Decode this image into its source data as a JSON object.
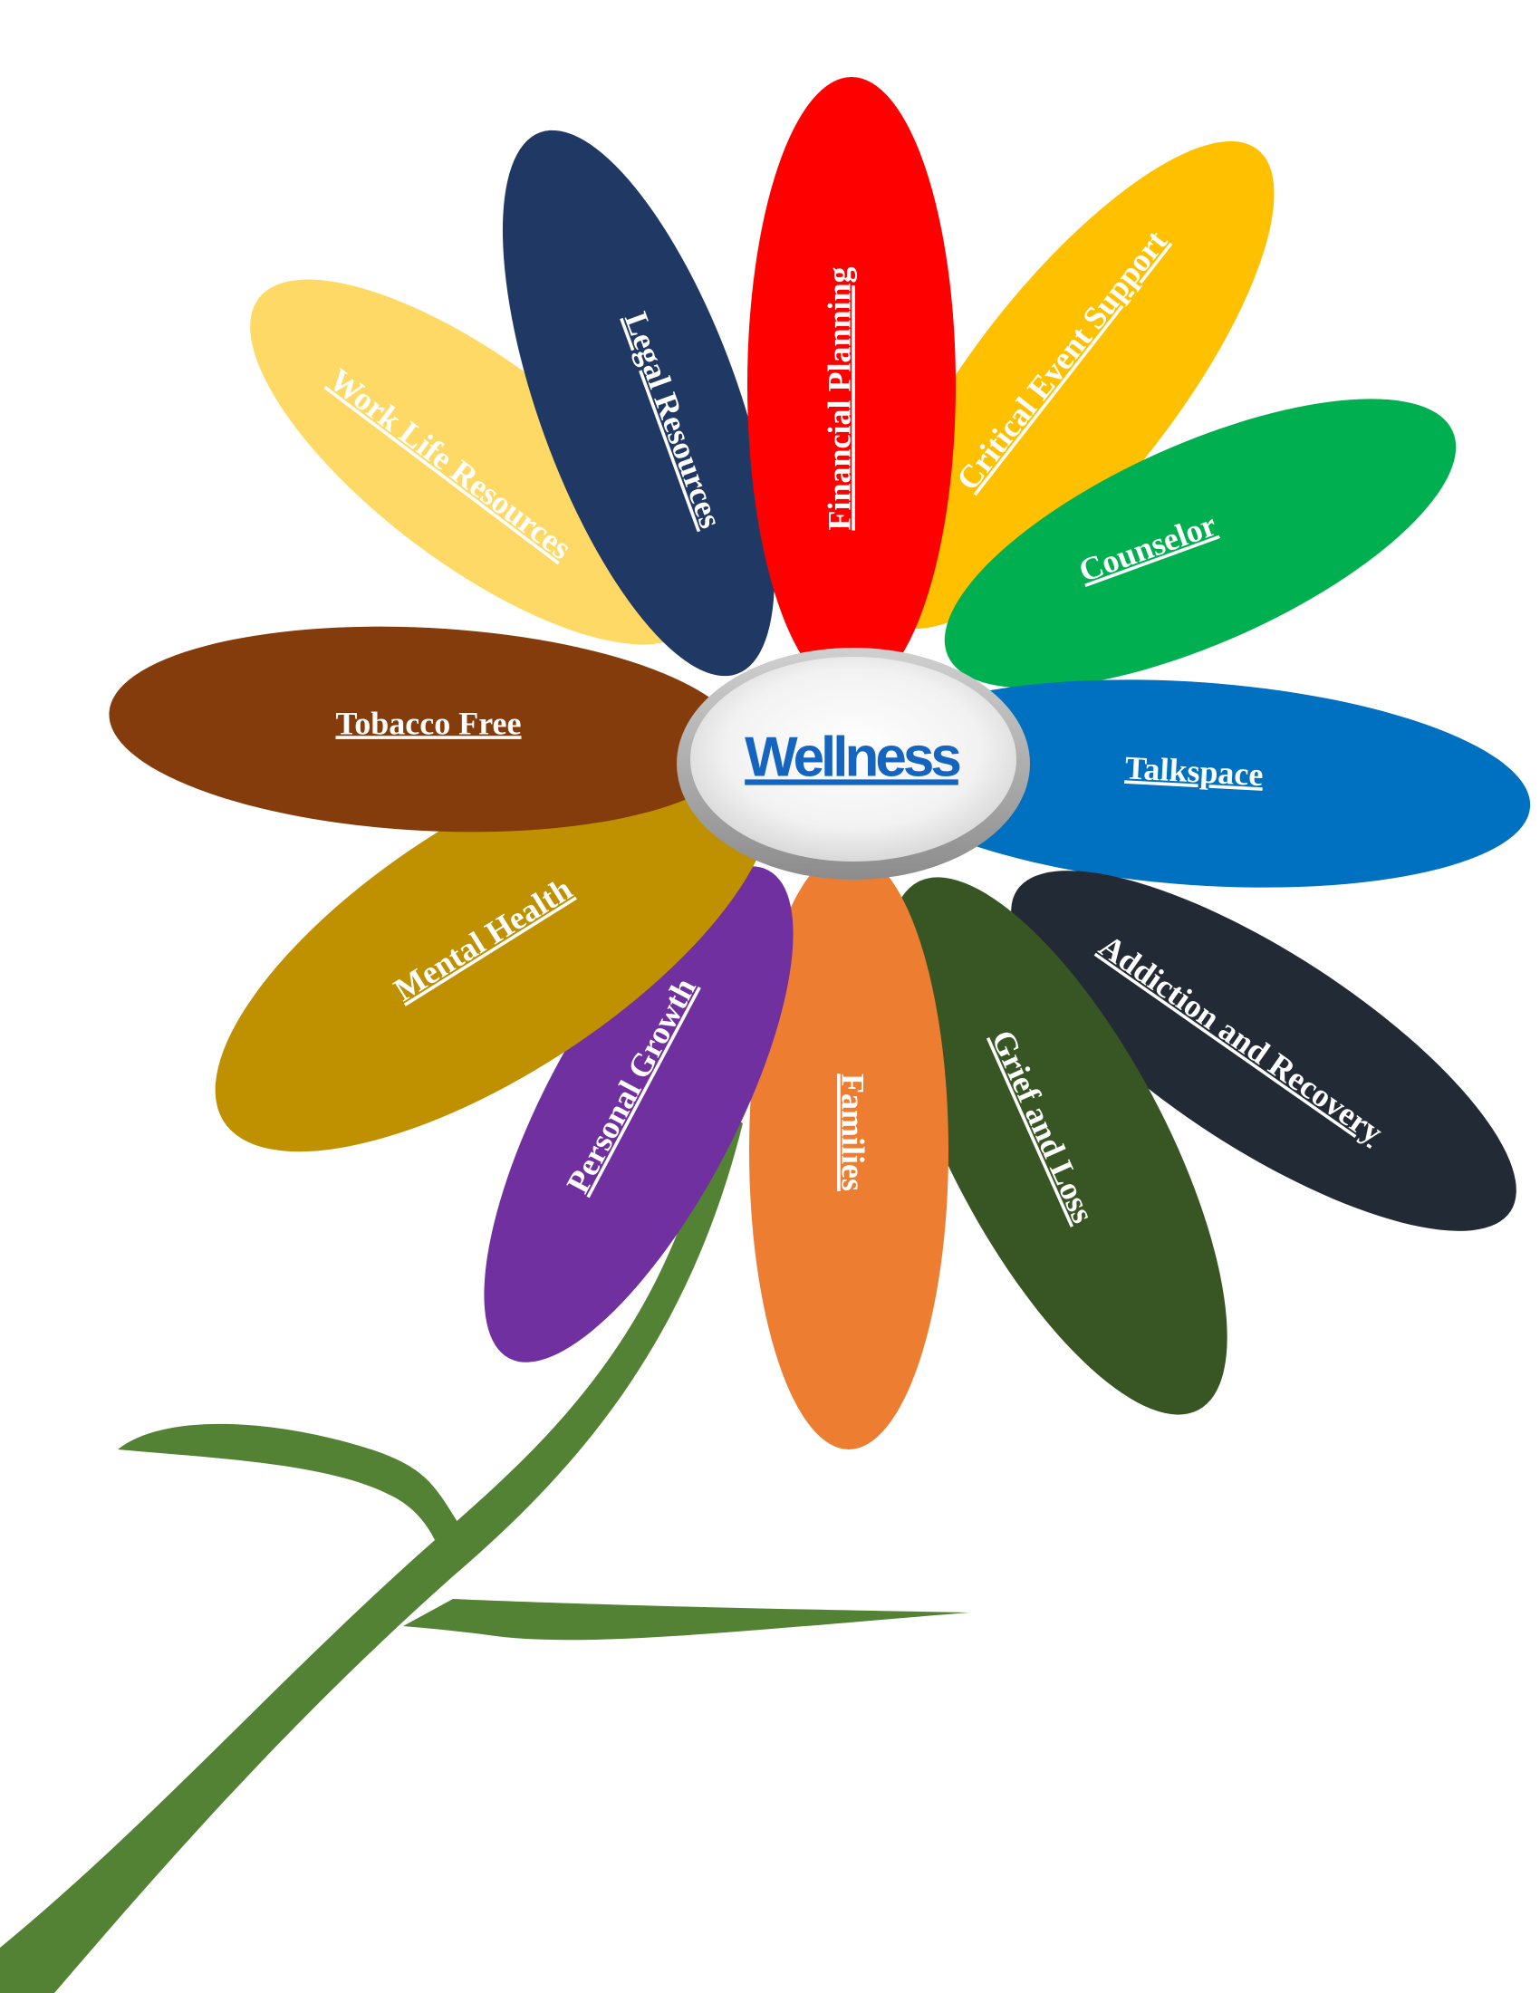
{
  "center": {
    "label": "Wellness",
    "color": "#1565C0"
  },
  "stem_color": "#548235",
  "petals": [
    {
      "id": "work-life-resources",
      "label": "Work Life Resources",
      "color": "#FFD966"
    },
    {
      "id": "legal-resources",
      "label": "Legal Resources",
      "color": "#203864"
    },
    {
      "id": "financial-planning",
      "label": "Financial Planning",
      "color": "#FF0000"
    },
    {
      "id": "critical-event-support",
      "label": "Critical Event Support",
      "color": "#FFC000"
    },
    {
      "id": "counselor",
      "label": "Counselor",
      "color": "#00B050"
    },
    {
      "id": "talkspace",
      "label": "Talkspace",
      "color": "#0070C0"
    },
    {
      "id": "addiction-and-recovery",
      "label": "Addiction and Recovery",
      "color": "#222A35"
    },
    {
      "id": "grief-and-loss",
      "label": "Grief and Loss",
      "color": "#375623"
    },
    {
      "id": "families",
      "label": "Families",
      "color": "#ED7D31"
    },
    {
      "id": "personal-growth",
      "label": "Personal Growth",
      "color": "#7030A0"
    },
    {
      "id": "mental-health",
      "label": "Mental Health",
      "color": "#BF9000"
    },
    {
      "id": "tobacco-free",
      "label": "Tobacco Free",
      "color": "#843C0C"
    }
  ]
}
